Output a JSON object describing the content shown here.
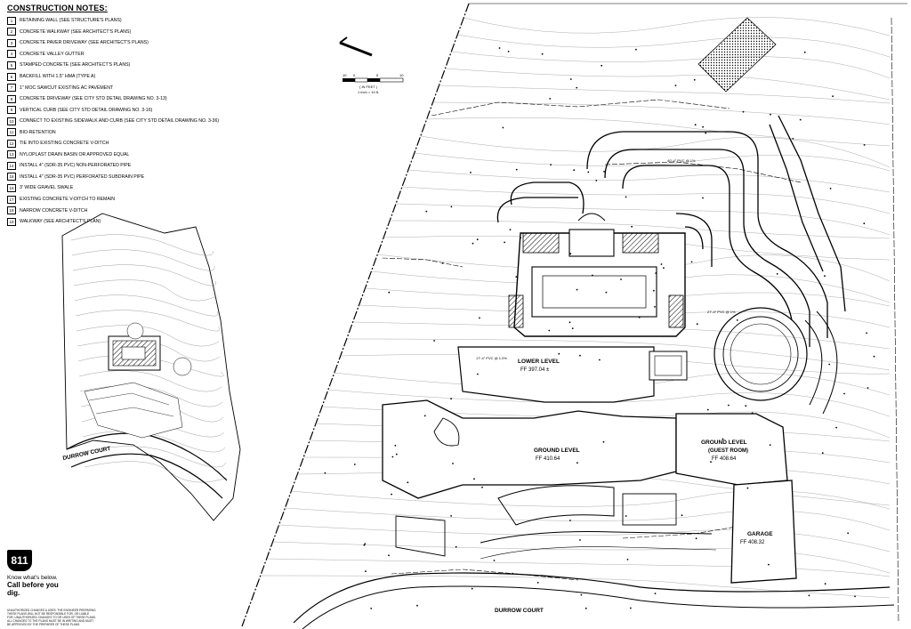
{
  "notes": {
    "title": "CONSTRUCTION NOTES:",
    "items": [
      {
        "num": "1",
        "text": "RETAINING WALL (SEE STRUCTURE'S PLANS)"
      },
      {
        "num": "2",
        "text": "CONCRETE WALKWAY (SEE ARCHITECT'S PLANS)"
      },
      {
        "num": "3",
        "text": "CONCRETE PAVER DRIVEWAY (SEE ARCHITECT'S PLANS)"
      },
      {
        "num": "4",
        "text": "CONCRETE VALLEY GUTTER"
      },
      {
        "num": "5",
        "text": "STAMPED CONCRETE (SEE ARCHITECT'S PLANS)"
      },
      {
        "num": "6",
        "text": "BACKFILL WITH 1.5\" HMA (TYPE A)"
      },
      {
        "num": "7",
        "text": "1\" MOC SAWCUT EXISTING AC PAVEMENT"
      },
      {
        "num": "8",
        "text": "CONCRETE DRIVEWAY (SEE CITY STD DETAIL DRAWING NO. 3-13)"
      },
      {
        "num": "9",
        "text": "VERTICAL CURB (SEE CITY STD DETAIL DRAWING NO. 3-16)"
      },
      {
        "num": "10",
        "text": "CONNECT TO EXISTING SIDEWALK AND CURB (SEE CITY STD DETAIL DRAWING NO. 3-36)"
      },
      {
        "num": "11",
        "text": "BIO-RETENTION"
      },
      {
        "num": "12",
        "text": "TIE INTO EXISTING CONCRETE V-DITCH"
      },
      {
        "num": "13",
        "text": "NYLOPLAST DRAIN BASIN OR APPROVED EQUAL"
      },
      {
        "num": "14",
        "text": "INSTALL 4\" (SDR-35 PVC) NON-PERFORATED PIPE"
      },
      {
        "num": "15",
        "text": "INSTALL 4\" (SDR-35 PVC) PERFORATED SUBDRAIN PIPE"
      },
      {
        "num": "16",
        "text": "3' WIDE GRAVEL SWALE"
      },
      {
        "num": "17",
        "text": "EXISTING CONCRETE V-DITCH TO REMAIN"
      },
      {
        "num": "18",
        "text": "NARROW CONCRETE V-DITCH"
      },
      {
        "num": "19",
        "text": "WALKWAY (SEE ARCHITECT'S PLAN)"
      }
    ]
  },
  "scale": {
    "ticks": [
      "10",
      "0",
      "5",
      "10"
    ],
    "label1": "( IN FEET )",
    "label2": "1 inch = 10 ft."
  },
  "labels": {
    "key_street": "DURROW COURT",
    "main_street": "DURROW COURT",
    "lower_level": "LOWER LEVEL",
    "lower_ff": "FF 397.04 ±",
    "ground_level": "GROUND LEVEL",
    "ground_ff": "FF 410.64",
    "guest_level": "GROUND LEVEL",
    "guest_room": "(GUEST ROOM)",
    "guest_ff": "FF 408.64",
    "garage": "GARAGE",
    "garage_ff": "FF 408.32",
    "pipe1": "17'-4\" PVC @ 1.0%",
    "pipe2": "40'-4\" PVC @ 1%",
    "pipe3": "27'-4\" PVC @ 1%"
  },
  "badge": {
    "logo": "811",
    "line1": "Know what's below.",
    "line2": "Call before you dig."
  },
  "disclaimer": "UNAUTHORIZED CHANGES & USES: THE ENGINEER PREPARING THESE PLANS WILL NOT BE RESPONSIBLE FOR, OR LIABLE FOR, UNAUTHORIZED CHANGES TO OR USES OF THESE PLANS. ALL CHANGES TO THE PLANS MUST BE IN WRITING AND MUST BE APPROVED BY THE PREPARER OF THESE PLANS."
}
